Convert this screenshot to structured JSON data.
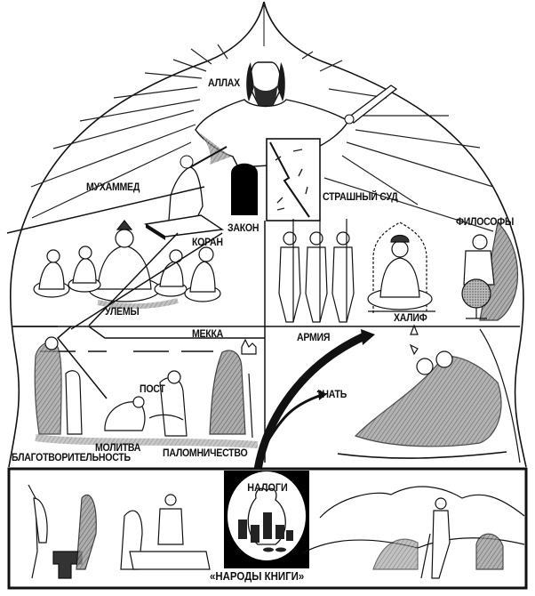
{
  "diagram": {
    "type": "illustrated-social-hierarchy",
    "shape": "onion-dome",
    "colors": {
      "ink": "#111111",
      "background": "#ffffff",
      "shade": "#7a7a7a"
    },
    "top": {
      "deity_label": "АЛЛАХ",
      "prophet_label": "МУХАММЕД",
      "book_label": "КОРАН",
      "law_label": "ЗАКОН",
      "judgment_label": "СТРАШНЫЙ СУД"
    },
    "upper_tier": {
      "left": {
        "label": "УЛЕМЫ"
      },
      "right": [
        {
          "label": "АРМИЯ"
        },
        {
          "label": "ХАЛИФ"
        },
        {
          "label": "ФИЛОСОФЫ"
        }
      ]
    },
    "middle_tier": {
      "pillars": [
        {
          "label": "БЛАГОТВОРИТЕЛЬНОСТЬ"
        },
        {
          "label": "МОЛИТВА"
        },
        {
          "label": "ПОСТ"
        },
        {
          "label": "ПАЛОМНИЧЕСТВО"
        }
      ],
      "place_label": "МЕККА",
      "nobility_label": "ЗНАТЬ"
    },
    "bottom_tier": {
      "center_label": "НАЛОГИ",
      "caption": "«НАРОДЫ КНИГИ»"
    }
  }
}
